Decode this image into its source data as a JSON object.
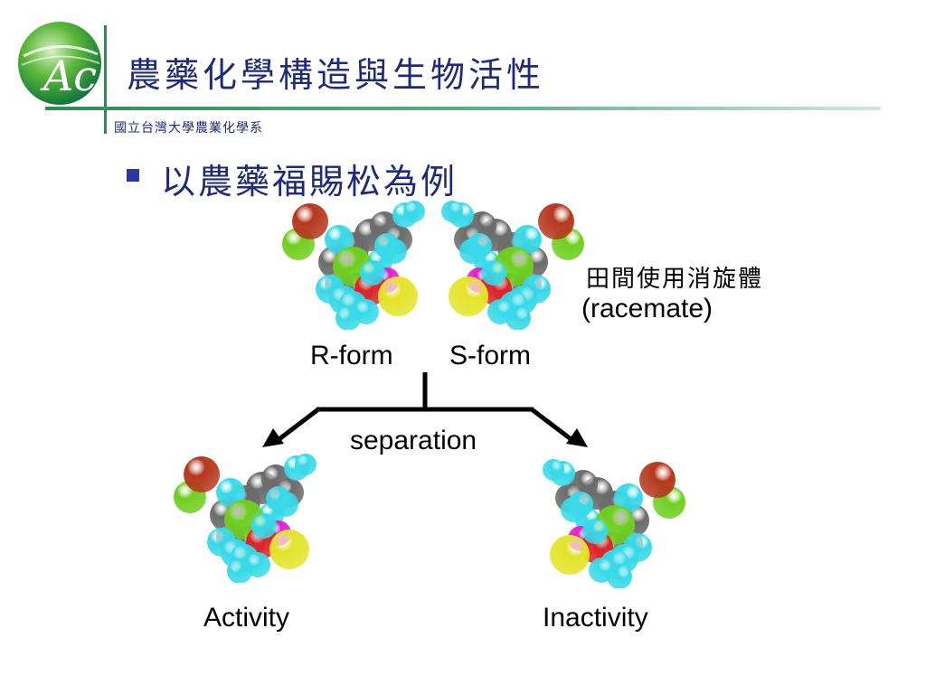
{
  "header": {
    "title": "農藥化學構造與生物活性",
    "department": "國立台灣大學農業化學系",
    "logo_letters": "Ac",
    "colors": {
      "title": "#1f2a7a",
      "rule": "#2e8b57"
    }
  },
  "content": {
    "bullet": "以農藥福賜松為例",
    "racemate_zh": "田間使用消旋體",
    "racemate_en": "(racemate)",
    "r_form": "R-form",
    "s_form": "S-form",
    "separation": "separation",
    "activity": "Activity",
    "inactivity": "Inactivity"
  },
  "molecule_colors": {
    "bromine": "#b5371d",
    "chlorine": "#6fcf1f",
    "hydrogen": "#38d9e8",
    "carbon": "#6b6b6b",
    "sulfur": "#e3e32a",
    "oxygen": "#e0232a",
    "phosphorus": "#e020d0"
  }
}
